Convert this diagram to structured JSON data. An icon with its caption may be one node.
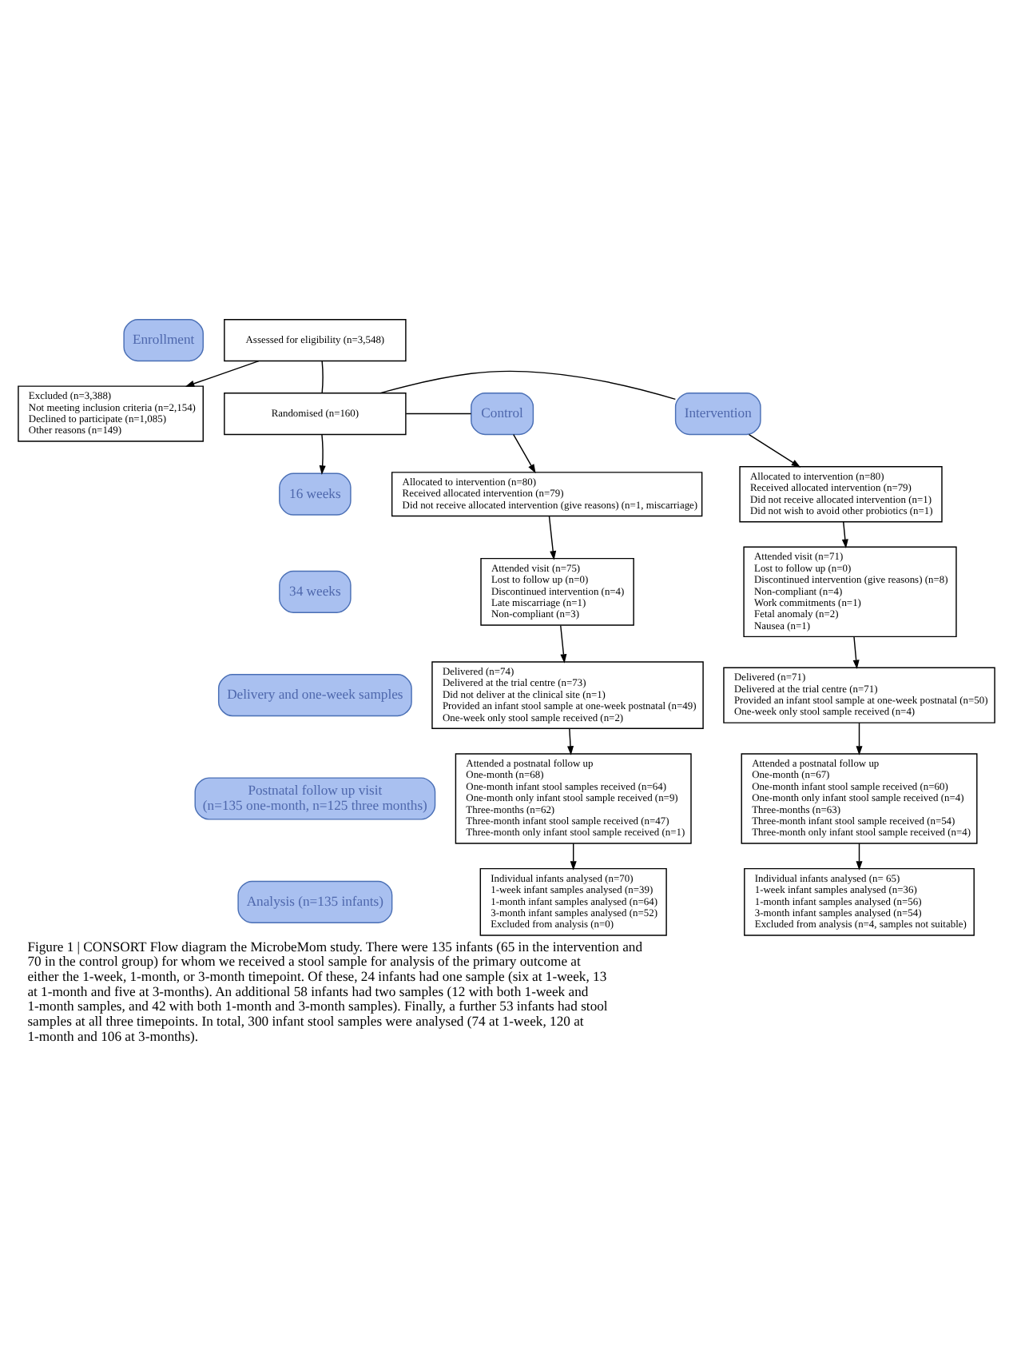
{
  "diagram": {
    "caption": "Figure 1 | CONSORT Flow diagram the MicrobeMom study. There were 135 infants (65 in the intervention and 70 in the control group) for whom we received a stool sample for analysis of the primary outcome at either the 1-week, 1-month, or 3-month timepoint. Of these, 24 infants had one sample (six at 1-week, 13 at 1-month and five at 3-months). An additional 58 infants had two samples (12 with both 1-week and 1-month samples, and 42 with both 1-month and 3-month samples). Finally, a further 53 infants had stool samples at all three timepoints. In total, 300 infant stool samples were analysed (74 at 1-week, 120 at 1-month and 106 at 3-months).",
    "nodes": [
      {
        "text": [
          "Enrollment"
        ]
      },
      {
        "text": [
          "Assessed for eligibility (n=3,548)"
        ]
      },
      {
        "text": [
          "Excluded (n=3,388)",
          "Not meeting inclusion criteria (n=2,154)",
          "Declined to participate (n=1,085)",
          "Other reasons (n=149)"
        ]
      },
      {
        "text": [
          "Randomised (n=160)"
        ]
      },
      {
        "text": [
          "Intervention"
        ]
      },
      {
        "text": [
          "Control"
        ]
      },
      {
        "text": [
          "16 weeks"
        ]
      },
      {
        "text": [
          "Allocated to intervention (n=80)",
          "Received allocated intervention (n=79)",
          "Did not receive allocated intervention (n=1)",
          "Did not wish to avoid other probiotics (n=1)"
        ]
      },
      {
        "text": [
          "Allocated to intervention (n=80)",
          "Received allocated intervention (n=79)",
          "Did not receive allocated intervention (give reasons) (n=1, miscarriage)"
        ]
      },
      {
        "text": [
          "34 weeks"
        ]
      },
      {
        "text": [
          "Attended visit (n=71)",
          "Lost to follow up (n=0)",
          "Discontinued intervention (give reasons) (n=8)",
          "Non-compliant (n=4)",
          "Work commitments (n=1)",
          "Fetal anomaly (n=2)",
          "Nausea (n=1)"
        ]
      },
      {
        "text": [
          "Attended visit (n=75)",
          "Lost to follow up (n=0)",
          "Discontinued intervention (n=4)",
          "Late miscarriage (n=1)",
          "Non-compliant (n=3)"
        ]
      },
      {
        "text": [
          "Delivery and one-week samples"
        ]
      },
      {
        "text": [
          "Delivered (n=71)",
          "Delivered at the trial centre (n=71)",
          "Provided an infant stool sample at one-week postnatal (n=50)",
          "One-week only stool sample received (n=4)"
        ]
      },
      {
        "text": [
          "Delivered (n=74)",
          "Delivered at the trial centre (n=73)",
          "Did not deliver at the clinical site (n=1)",
          "Provided an infant stool sample at one-week postnatal (n=49)",
          "One-week only stool sample received (n=2)"
        ]
      },
      {
        "text": [
          "Postnatal follow up visit",
          "(n=135 one-month, n=125 three months)"
        ]
      },
      {
        "text": [
          "Attended a postnatal follow up",
          "One-month (n=67)",
          "One-month infant stool sample received (n=60)",
          "One-month only infant stool sample received (n=4)",
          "Three-months (n=63)",
          "Three-month infant stool sample received (n=54)",
          "Three-month only infant stool sample received (n=4)"
        ]
      },
      {
        "text": [
          "Attended a postnatal follow up",
          "One-month (n=68)",
          "One-month infant stool samples received (n=64)",
          "One-month only infant stool sample received (n=9)",
          "Three-months (n=62)",
          "Three-month infant stool sample received (n=47)",
          "Three-month only infant stool sample received (n=1)"
        ]
      },
      {
        "text": [
          "Analysis (n=135 infants)"
        ]
      },
      {
        "text": [
          "Individual infants analysed (n= 65)",
          "1-week infant samples analysed (n=36)",
          "1-month infant samples analysed (n=56)",
          "3-month infant samples analysed (n=54)",
          "Excluded from analysis (n=4, samples not suitable)"
        ]
      },
      {
        "text": [
          "Individual infants analysed (n=70)",
          "1-week infant samples analysed (n=39)",
          "1-month infant samples analysed (n=64)",
          "3-month infant samples analysed (n=52)",
          "Excluded from analysis (n=0)"
        ]
      }
    ],
    "edges": [
      {
        "from": 1,
        "to": 3,
        "arrow": "none"
      },
      {
        "from": 1,
        "to": 2,
        "arrow": "to"
      },
      {
        "from": 3,
        "to": 4,
        "arrow": "none"
      },
      {
        "from": 3,
        "to": 5,
        "arrow": "none"
      },
      {
        "from": 3,
        "to": 6,
        "arrow": "to"
      },
      {
        "from": 4,
        "to": 7,
        "arrow": "to"
      },
      {
        "from": 5,
        "to": 8,
        "arrow": "to"
      },
      {
        "from": 7,
        "to": 10,
        "arrow": "to"
      },
      {
        "from": 8,
        "to": 11,
        "arrow": "to"
      },
      {
        "from": 10,
        "to": 13,
        "arrow": "to"
      },
      {
        "from": 11,
        "to": 14,
        "arrow": "to"
      },
      {
        "from": 13,
        "to": 16,
        "arrow": "to"
      },
      {
        "from": 14,
        "to": 17,
        "arrow": "to"
      },
      {
        "from": 16,
        "to": 19,
        "arrow": "to"
      },
      {
        "from": 17,
        "to": 20,
        "arrow": "to"
      }
    ]
  }
}
